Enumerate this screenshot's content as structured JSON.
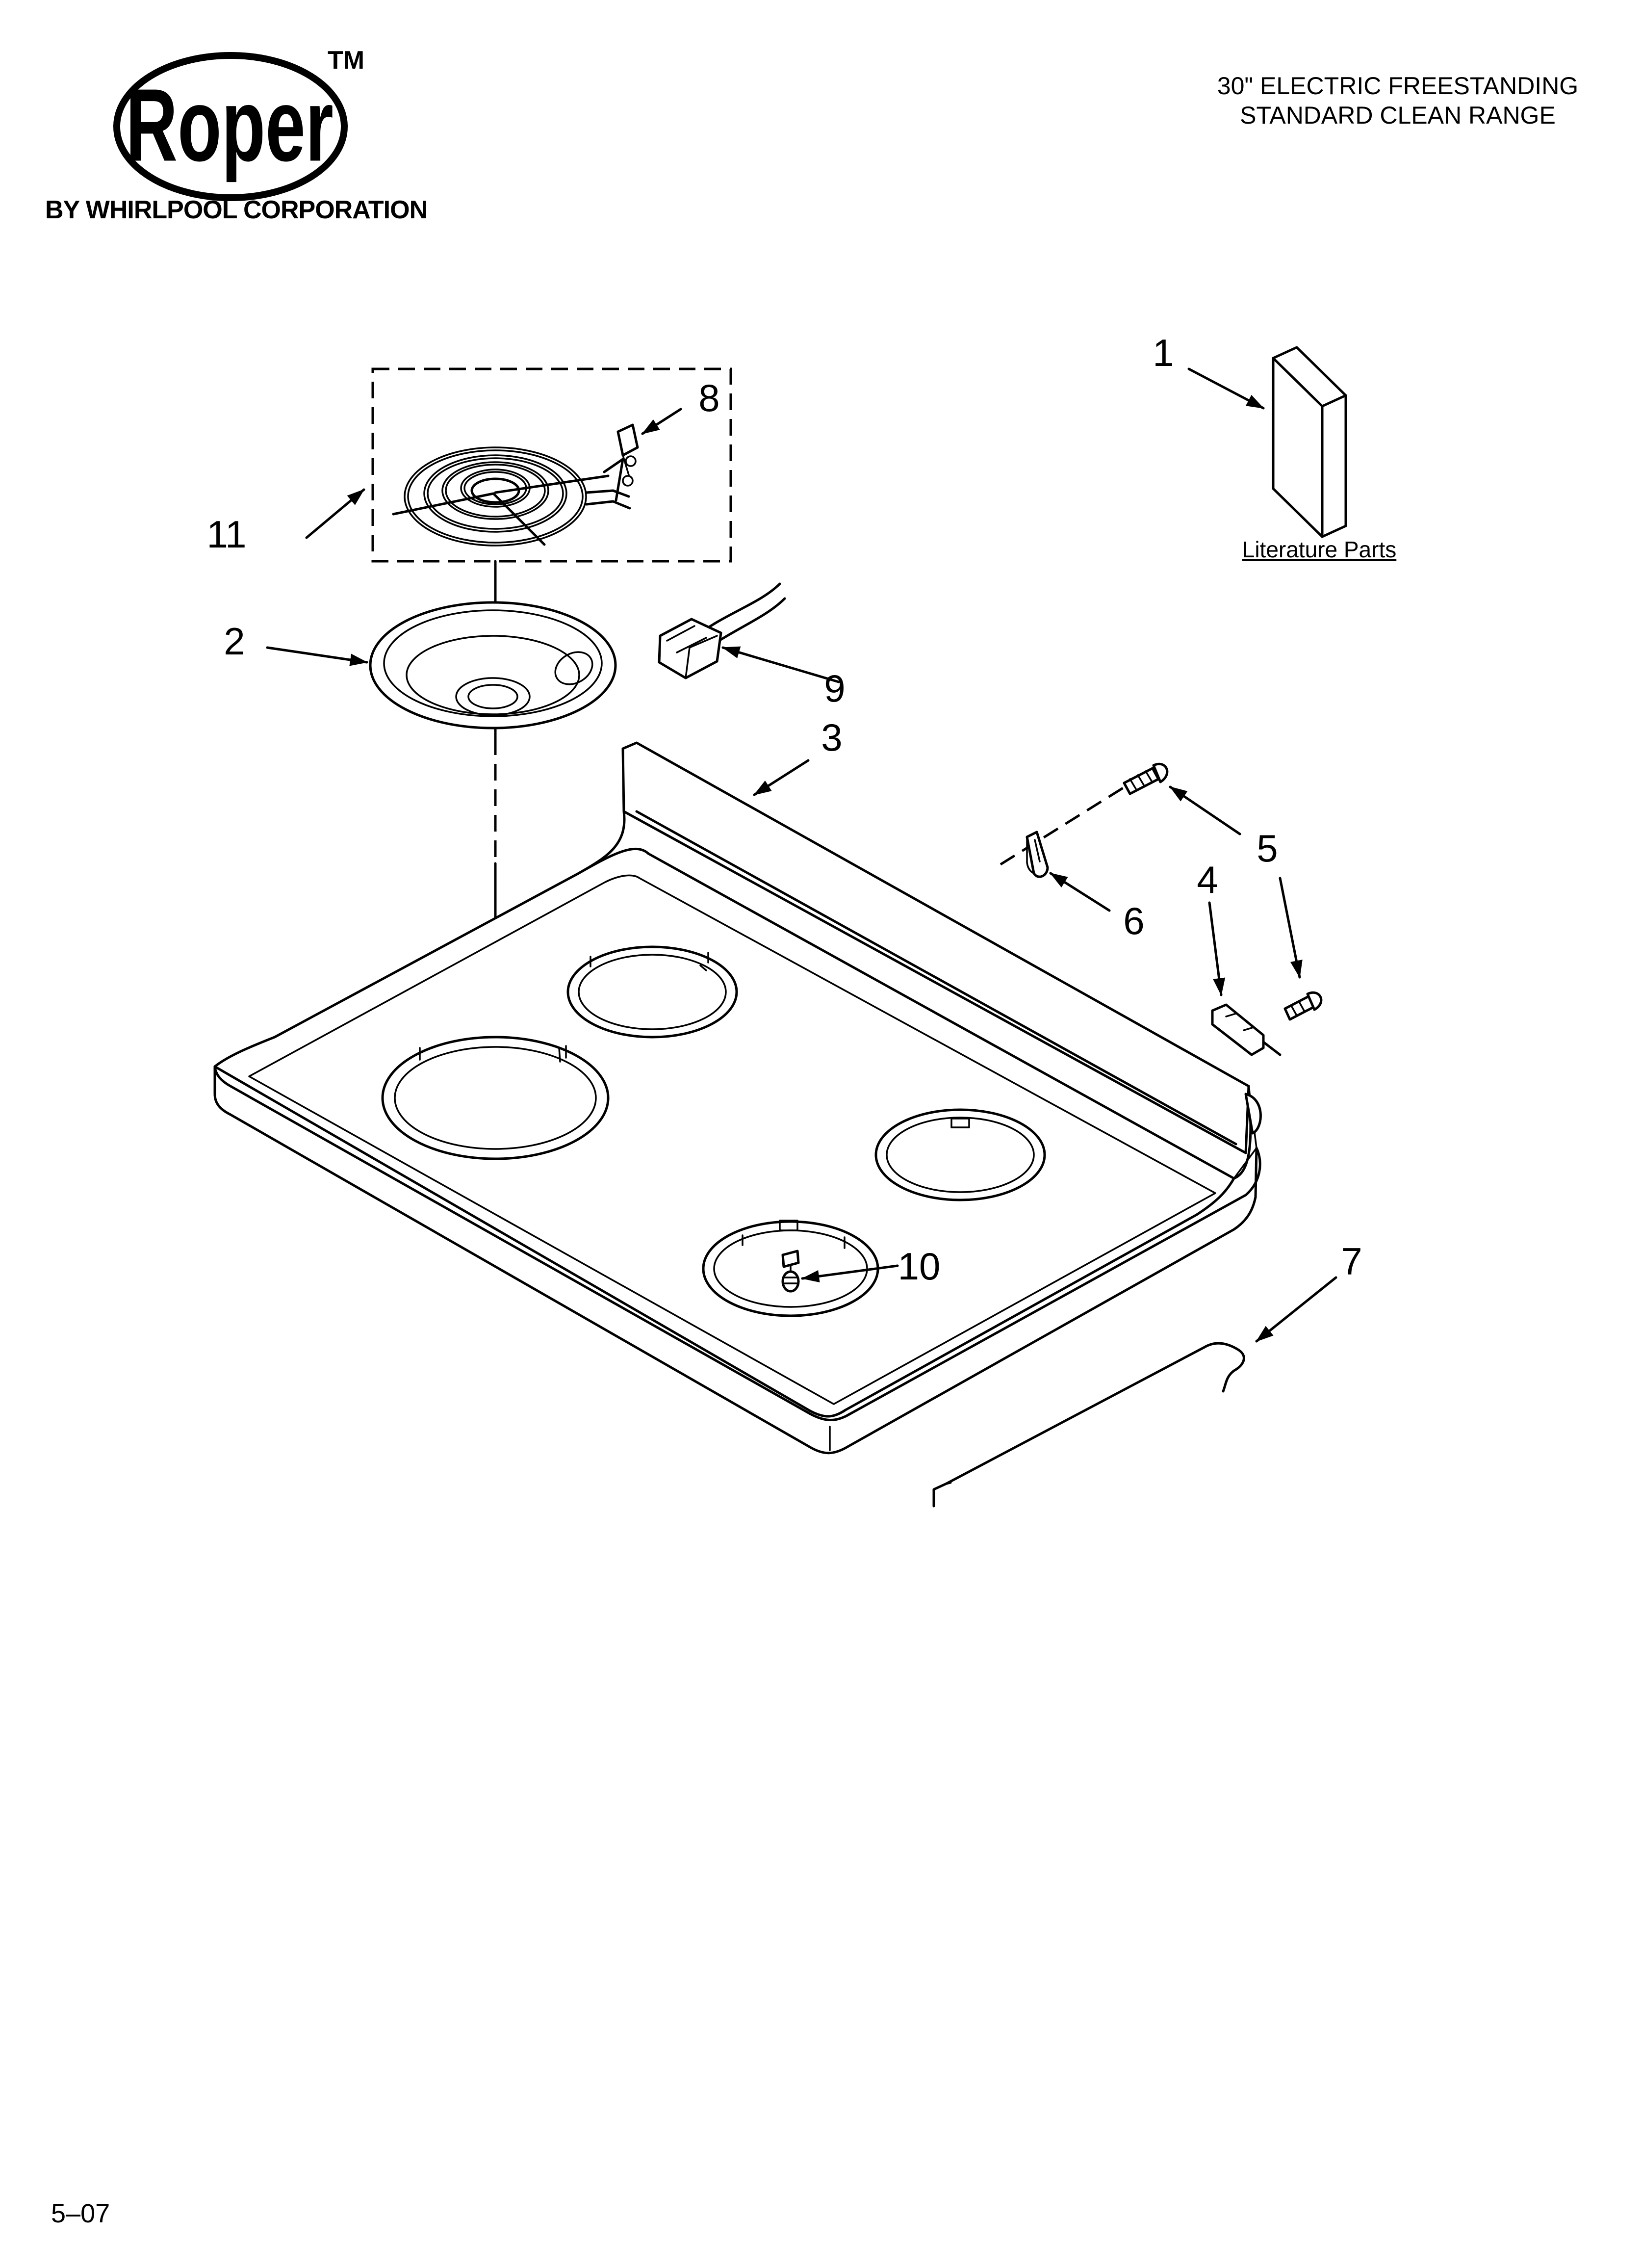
{
  "logo": {
    "brand": "Roper",
    "trademark": "TM",
    "corporation": "BY WHIRLPOOL CORPORATION"
  },
  "header": {
    "title_line_1": "30\" ELECTRIC FREESTANDING",
    "title_line_2": "STANDARD CLEAN RANGE"
  },
  "callouts": {
    "c1": "1",
    "c2": "2",
    "c3": "3",
    "c4": "4",
    "c5": "5",
    "c6": "6",
    "c7": "7",
    "c8": "8",
    "c9": "9",
    "c10": "10",
    "c11": "11"
  },
  "literature": {
    "label": "Literature Parts"
  },
  "footer": {
    "date_code": "5–07"
  }
}
